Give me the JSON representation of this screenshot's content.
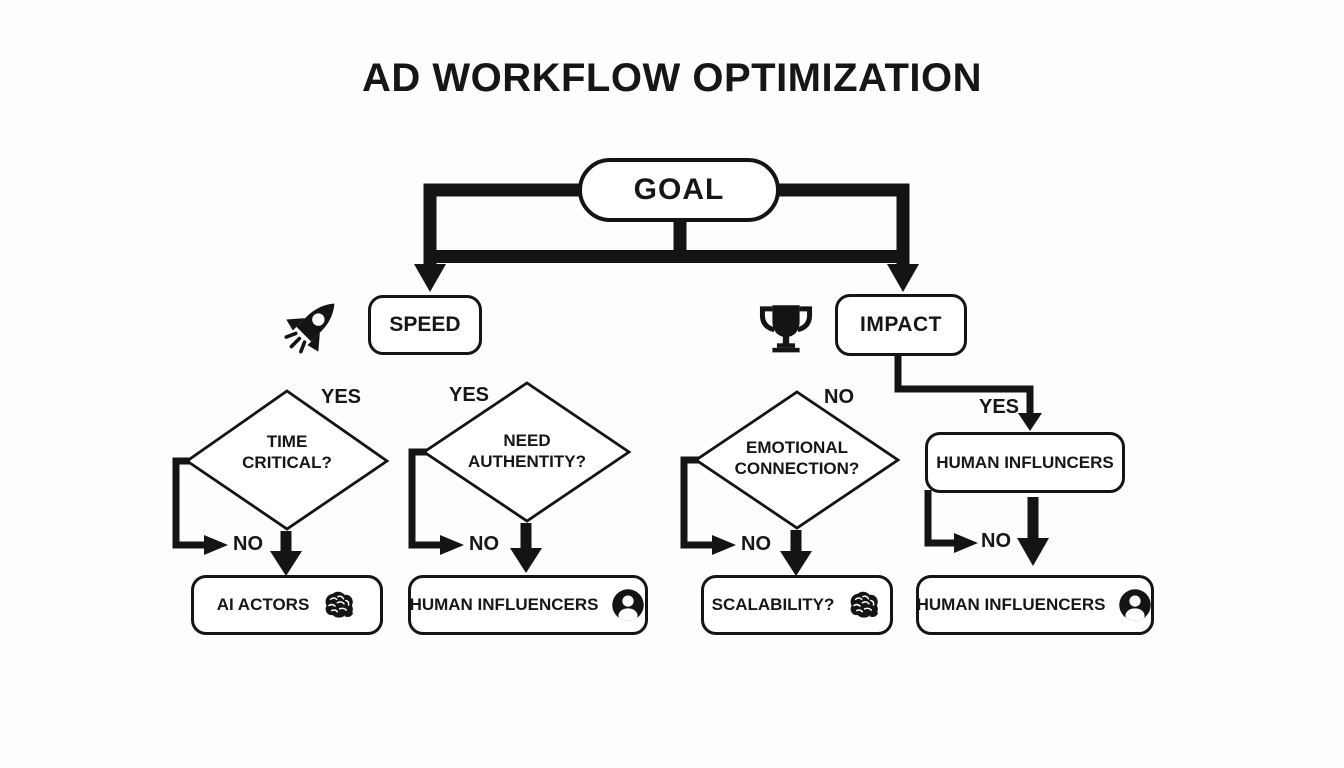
{
  "title": "AD WORKFLOW OPTIMIZATION",
  "colors": {
    "background": "#fdfdfd",
    "line": "#141414",
    "node_fill": "#ffffff",
    "text": "#161616"
  },
  "flowchart": {
    "goal_label": "GOAL",
    "branches": {
      "speed": {
        "label": "SPEED",
        "icon": "rocket-icon"
      },
      "impact": {
        "label": "IMPACT",
        "icon": "trophy-icon"
      }
    },
    "decisions": {
      "time_critical": {
        "line1": "TIME",
        "line2": "CRITICAL?",
        "top_label": "YES",
        "side_label": "NO"
      },
      "need_authentity": {
        "line1": "NEED",
        "line2": "AUTHENTITY?",
        "top_label": "YES",
        "side_label": "NO"
      },
      "emotional_connection": {
        "line1": "EMOTIONAL",
        "line2": "CONNECTION?",
        "top_label": "NO",
        "side_label": "NO"
      }
    },
    "impact_branch": {
      "yes_label": "YES",
      "node_label": "HUMAN INFLUNCERS",
      "no_label": "NO"
    },
    "outcomes": {
      "ai_actors": {
        "label": "AI ACTORS",
        "icon": "brain-icon"
      },
      "human_influencers_speed": {
        "label": "HUMAN INFLUENCERS",
        "icon": "person-icon"
      },
      "scalability": {
        "label": "SCALABILITY?",
        "icon": "brain-icon"
      },
      "human_influencers_impact": {
        "label": "HUMAN INFLUENCERS",
        "icon": "person-icon"
      }
    }
  }
}
